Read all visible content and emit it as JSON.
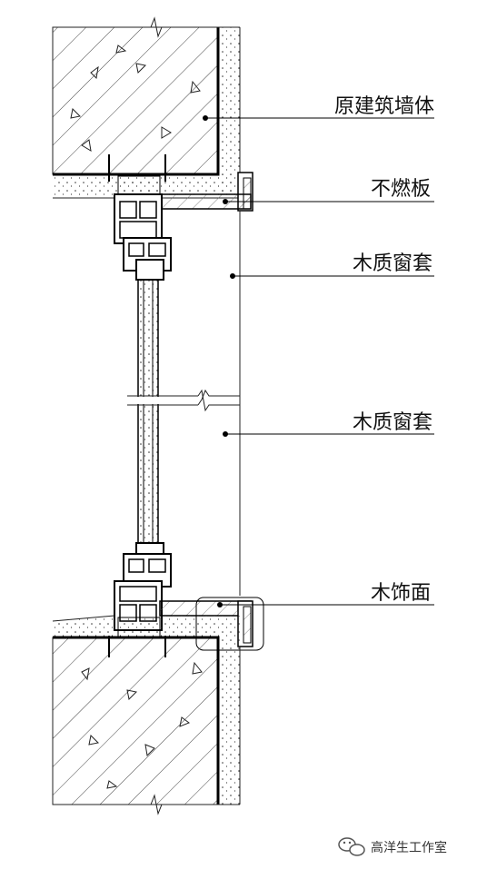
{
  "labels": {
    "original_wall": "原建筑墙体",
    "noncombustible_board": "不燃板",
    "wood_casing_upper": "木质窗套",
    "wood_casing_lower": "木质窗套",
    "wood_finish": "木饰面"
  },
  "watermark": {
    "text": "高洋生工作室",
    "icon": "wechat-icon"
  }
}
